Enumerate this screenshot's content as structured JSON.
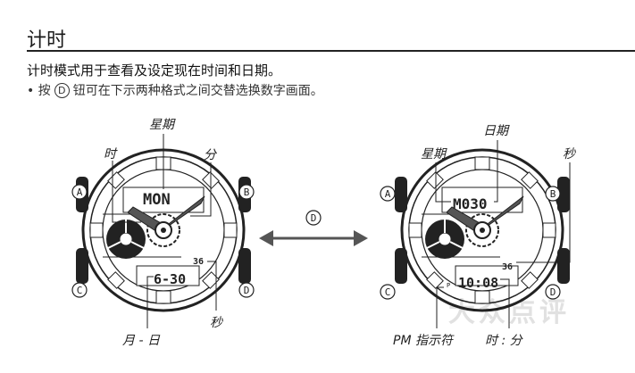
{
  "header": {
    "title": "计时"
  },
  "intro": "计时模式用于查看及设定现在时间和日期。",
  "bullet": {
    "prefix": "• 按",
    "button": "D",
    "suffix": "钮可在下示两种格式之间交替选换数字画面。"
  },
  "switch_button": "D",
  "left_watch": {
    "buttons": [
      "A",
      "B",
      "C",
      "D"
    ],
    "display": {
      "day": "MON",
      "date": "6-30",
      "seconds": "36"
    },
    "labels": {
      "day": "星期",
      "hour": "时",
      "minute": "分",
      "month_day": "月 - 日",
      "seconds": "秒"
    }
  },
  "right_watch": {
    "buttons": [
      "A",
      "B",
      "C",
      "D"
    ],
    "display": {
      "day_date": "M030",
      "seconds": "36",
      "time": "10:08",
      "pm": "P"
    },
    "labels": {
      "date": "日期",
      "day": "星期",
      "seconds": "秒",
      "pm": "PM 指示符",
      "hour_minute": "时 : 分"
    }
  },
  "watermark": "大众点评"
}
